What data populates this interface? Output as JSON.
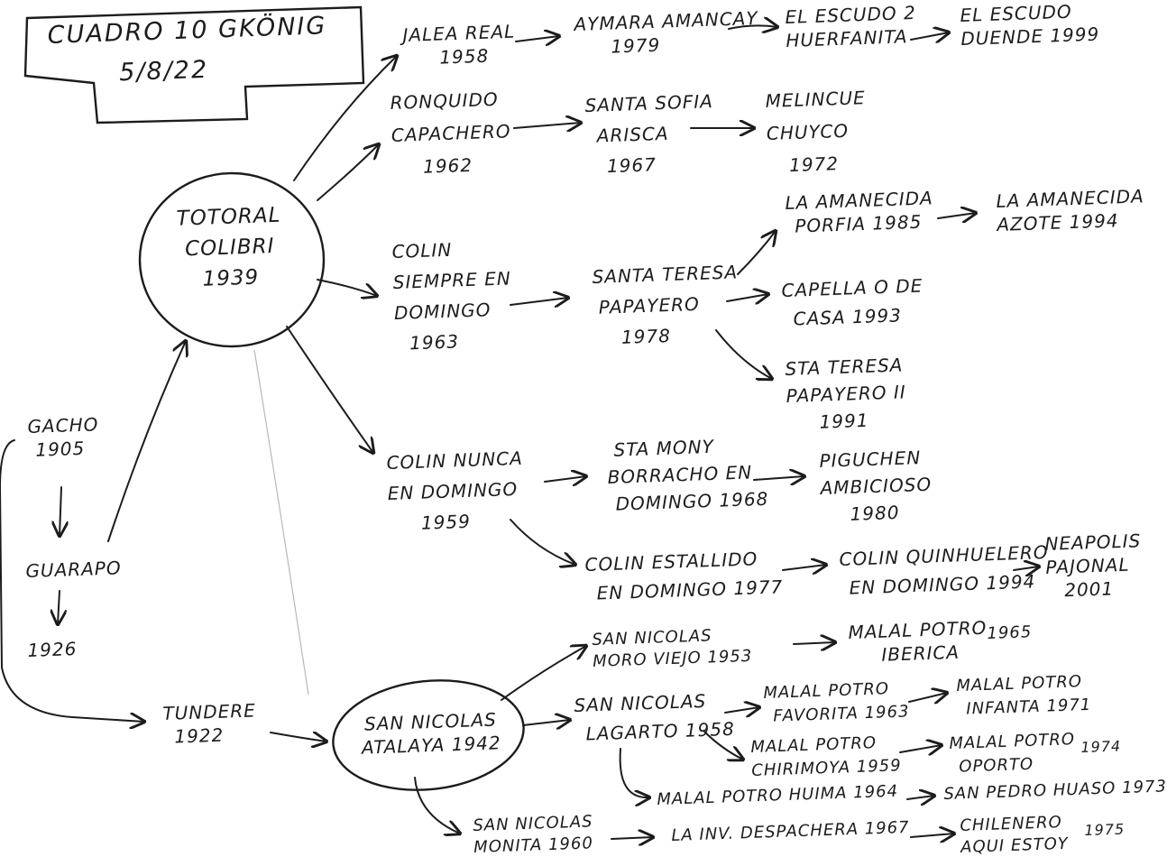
{
  "title": {
    "line1": "CUADRO 10 GKÖNIG",
    "line2": "5/8/22"
  },
  "nodes": {
    "totoral": [
      "TOTORAL",
      "COLIBRI",
      "1939"
    ],
    "gacho": [
      "GACHO",
      "1905"
    ],
    "guarapo": [
      "GUARAPO"
    ],
    "guarapo_year": [
      "1926"
    ],
    "tundere": [
      "TUNDERE",
      "1922"
    ],
    "san_nicolas_atalaya": [
      "SAN NICOLAS",
      "ATALAYA 1942"
    ],
    "jalea_real": [
      "JALEA REAL",
      "1958"
    ],
    "aymara_amancay": [
      "AYMARA AMANCAY",
      "1979"
    ],
    "el_escudo2": [
      "EL ESCUDO 2",
      "HUERFANITA"
    ],
    "el_escudo_duende": [
      "EL ESCUDO",
      "DUENDE 1999"
    ],
    "ronquido": [
      "RONQUIDO",
      "CAPACHERO",
      "1962"
    ],
    "santa_sofia": [
      "SANTA SOFIA",
      "ARISCA",
      "1967"
    ],
    "melincue": [
      "MELINCUE",
      "CHUYCO",
      "1972"
    ],
    "colin_siempre": [
      "COLIN",
      "SIEMPRE EN",
      "DOMINGO",
      "1963"
    ],
    "santa_teresa": [
      "SANTA TERESA",
      "PAPAYERO",
      "1978"
    ],
    "la_amanecida_porfia": [
      "LA AMANECIDA",
      "PORFIA 1985"
    ],
    "la_amanecida_azote": [
      "LA AMANECIDA",
      "AZOTE 1994"
    ],
    "capella": [
      "CAPELLA O DE",
      "CASA 1993"
    ],
    "sta_teresa_ii": [
      "STA TERESA",
      "PAPAYERO II",
      "1991"
    ],
    "colin_nunca": [
      "COLIN NUNCA",
      "EN DOMINGO",
      "1959"
    ],
    "sta_mony": [
      "STA MONY",
      "BORRACHO EN",
      "DOMINGO 1968"
    ],
    "piguchen": [
      "PIGUCHEN",
      "AMBICIOSO",
      "1980"
    ],
    "colin_estallido": [
      "COLIN ESTALLIDO",
      "EN DOMINGO 1977"
    ],
    "colin_quinhuelero": [
      "COLIN QUINHUELERO",
      "EN DOMINGO 1994"
    ],
    "neapolis": [
      "NEAPOLIS",
      "PAJONAL",
      "2001"
    ],
    "san_nicolas_moro": [
      "SAN NICOLAS",
      "MORO VIEJO 1953"
    ],
    "malal_iberica": [
      "MALAL POTRO",
      "IBERICA"
    ],
    "malal_iberica_year": [
      "1965"
    ],
    "san_nicolas_lagarto": [
      "SAN NICOLAS",
      "LAGARTO 1958"
    ],
    "malal_favorita": [
      "MALAL POTRO",
      "FAVORITA 1963"
    ],
    "malal_infanta": [
      "MALAL POTRO",
      "INFANTA 1971"
    ],
    "malal_chirimoya": [
      "MALAL POTRO",
      "CHIRIMOYA 1959"
    ],
    "malal_oporto": [
      "MALAL POTRO",
      "OPORTO"
    ],
    "malal_oporto_year": [
      "1974"
    ],
    "malal_huima": [
      "MALAL POTRO HUIMA 1964"
    ],
    "san_pedro": [
      "SAN PEDRO HUASO 1973"
    ],
    "san_nicolas_monita": [
      "SAN NICOLAS",
      "MONITA 1960"
    ],
    "la_inv": [
      "LA INV. DESPACHERA 1967"
    ],
    "chilenero": [
      "CHILENERO",
      "AQUI ESTOY"
    ],
    "chilenero_year": [
      "1975"
    ]
  }
}
